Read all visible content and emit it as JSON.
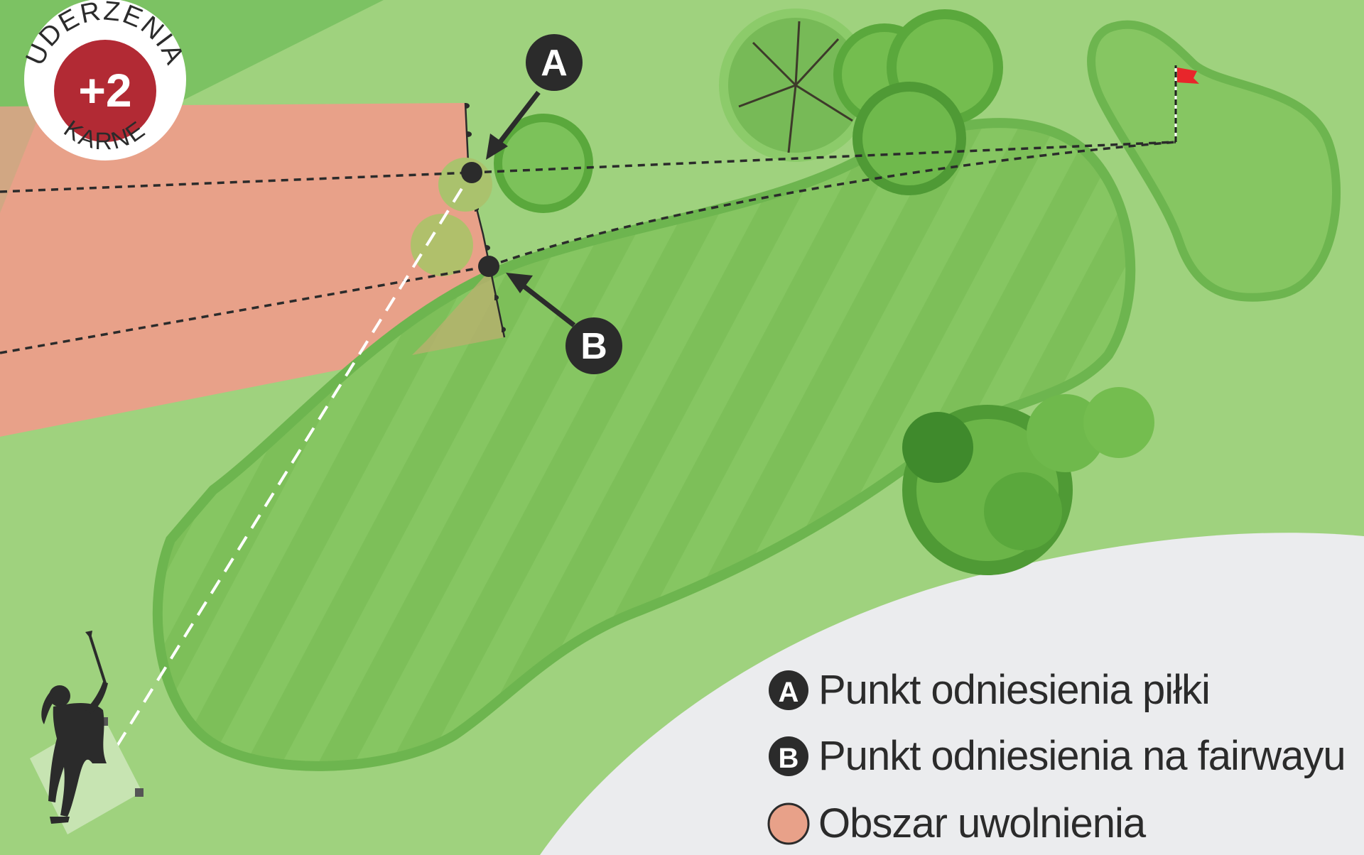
{
  "badge": {
    "top_text": "UDERZENIA",
    "value": "+2",
    "bottom_text": "KARNE"
  },
  "markers": {
    "a": "A",
    "b": "B"
  },
  "legend": {
    "items": [
      {
        "key": "A",
        "label": "Punkt odniesienia piłki"
      },
      {
        "key": "B",
        "label": "Punkt odniesienia na fairwayu"
      },
      {
        "key": "",
        "label": "Obszar uwolnienia"
      }
    ]
  },
  "colors": {
    "rough": "#9fd27e",
    "dark_rough": "#7cc263",
    "fairway": "#84c45f",
    "fairway_border": "#6db54f",
    "relief_area": "#e8a189",
    "out_of_play": "#ebecee",
    "badge_red": "#b22a34",
    "flag": "#e8262b",
    "marker": "#2b2b2b"
  }
}
